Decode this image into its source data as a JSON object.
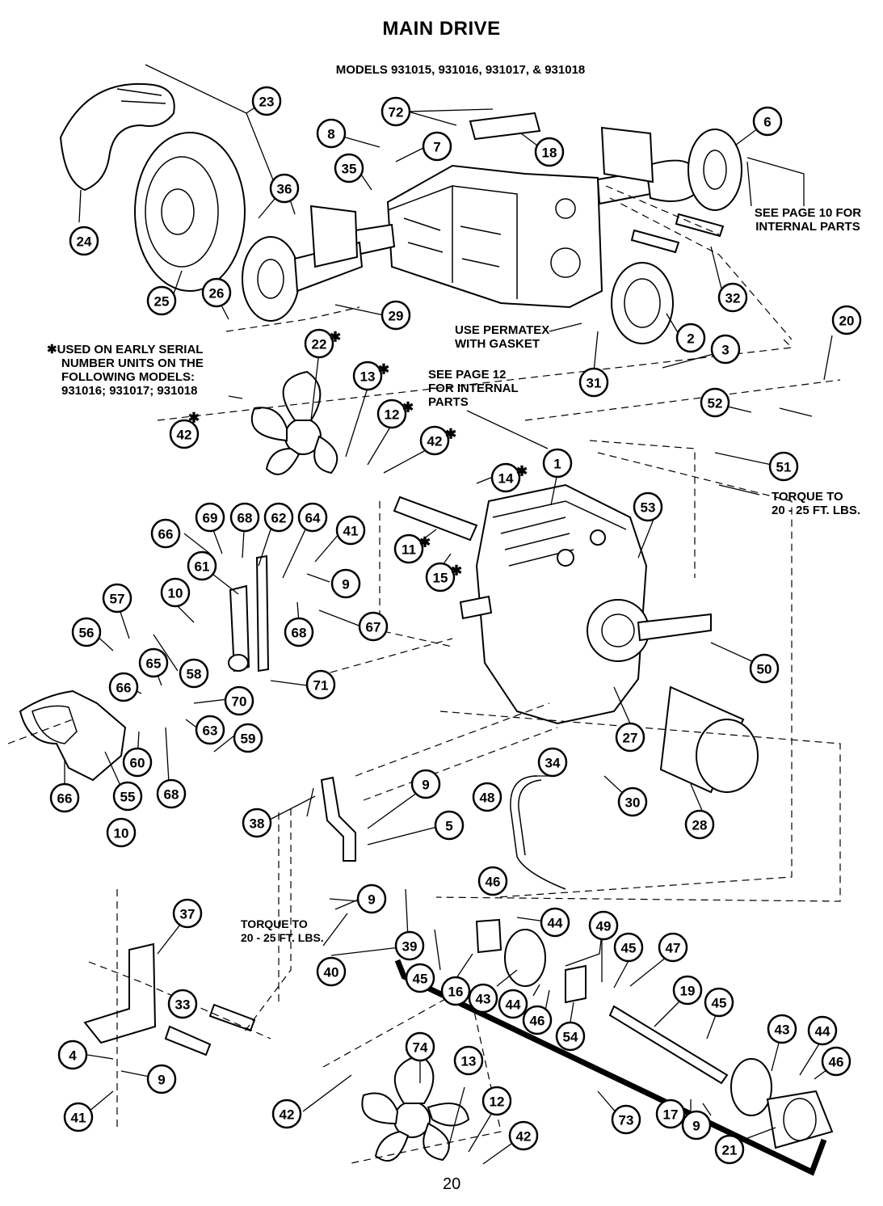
{
  "title": "MAIN DRIVE",
  "subtitle": "MODELS 931015, 931016, 931017, & 931018",
  "notes": {
    "internal_parts_10": [
      "SEE PAGE 10 FOR",
      "INTERNAL PARTS"
    ],
    "permatex": [
      "USE PERMATEX",
      "WITH GASKET"
    ],
    "internal_parts_12": [
      "SEE PAGE 12",
      "FOR INTERNAL",
      "PARTS"
    ],
    "early_serial": [
      "✱USED ON EARLY SERIAL",
      "NUMBER UNITS ON THE",
      "FOLLOWING MODELS:",
      "931016; 931017; 931018"
    ],
    "torque_right": [
      "TORQUE  TO",
      "20 - 25  FT.  LBS."
    ],
    "torque_left": [
      "TORQUE TO",
      "20 - 25 FT. LBS."
    ]
  },
  "page_number": "20",
  "star_symbol": "✱",
  "callouts": [
    {
      "id": "c23",
      "label": "23"
    },
    {
      "id": "c72",
      "label": "72"
    },
    {
      "id": "c6",
      "label": "6"
    },
    {
      "id": "c8",
      "label": "8"
    },
    {
      "id": "c7",
      "label": "7"
    },
    {
      "id": "c18",
      "label": "18"
    },
    {
      "id": "c35",
      "label": "35"
    },
    {
      "id": "c36",
      "label": "36"
    },
    {
      "id": "c24",
      "label": "24"
    },
    {
      "id": "c25",
      "label": "25"
    },
    {
      "id": "c26",
      "label": "26"
    },
    {
      "id": "c29",
      "label": "29"
    },
    {
      "id": "c32",
      "label": "32"
    },
    {
      "id": "c20a",
      "label": "20"
    },
    {
      "id": "c2",
      "label": "2"
    },
    {
      "id": "c3",
      "label": "3"
    },
    {
      "id": "c31",
      "label": "31"
    },
    {
      "id": "c22",
      "label": "22"
    },
    {
      "id": "c13a",
      "label": "13"
    },
    {
      "id": "c12a",
      "label": "12"
    },
    {
      "id": "c42a",
      "label": "42"
    },
    {
      "id": "c42b",
      "label": "42"
    },
    {
      "id": "c52",
      "label": "52"
    },
    {
      "id": "c51",
      "label": "51"
    },
    {
      "id": "c1",
      "label": "1"
    },
    {
      "id": "c14",
      "label": "14"
    },
    {
      "id": "c53",
      "label": "53"
    },
    {
      "id": "c11",
      "label": "11"
    },
    {
      "id": "c15",
      "label": "15"
    },
    {
      "id": "c69",
      "label": "69"
    },
    {
      "id": "c68a",
      "label": "68"
    },
    {
      "id": "c62",
      "label": "62"
    },
    {
      "id": "c64",
      "label": "64"
    },
    {
      "id": "c66a",
      "label": "66"
    },
    {
      "id": "c41a",
      "label": "41"
    },
    {
      "id": "c61",
      "label": "61"
    },
    {
      "id": "c9a",
      "label": "9"
    },
    {
      "id": "c57",
      "label": "57"
    },
    {
      "id": "c10a",
      "label": "10"
    },
    {
      "id": "c68b",
      "label": "68"
    },
    {
      "id": "c67",
      "label": "67"
    },
    {
      "id": "c56",
      "label": "56"
    },
    {
      "id": "c50",
      "label": "50"
    },
    {
      "id": "c65",
      "label": "65"
    },
    {
      "id": "c58",
      "label": "58"
    },
    {
      "id": "c66b",
      "label": "66"
    },
    {
      "id": "c71",
      "label": "71"
    },
    {
      "id": "c70",
      "label": "70"
    },
    {
      "id": "c63",
      "label": "63"
    },
    {
      "id": "c59",
      "label": "59"
    },
    {
      "id": "c27",
      "label": "27"
    },
    {
      "id": "c60",
      "label": "60"
    },
    {
      "id": "c66c",
      "label": "66"
    },
    {
      "id": "c55",
      "label": "55"
    },
    {
      "id": "c68c",
      "label": "68"
    },
    {
      "id": "c34",
      "label": "34"
    },
    {
      "id": "c30",
      "label": "30"
    },
    {
      "id": "c28",
      "label": "28"
    },
    {
      "id": "c9b",
      "label": "9"
    },
    {
      "id": "c48",
      "label": "48"
    },
    {
      "id": "c38",
      "label": "38"
    },
    {
      "id": "c5",
      "label": "5"
    },
    {
      "id": "c10b",
      "label": "10"
    },
    {
      "id": "c46a",
      "label": "46"
    },
    {
      "id": "c9c",
      "label": "9"
    },
    {
      "id": "c37",
      "label": "37"
    },
    {
      "id": "c44a",
      "label": "44"
    },
    {
      "id": "c49",
      "label": "49"
    },
    {
      "id": "c39",
      "label": "39"
    },
    {
      "id": "c45a",
      "label": "45"
    },
    {
      "id": "c47",
      "label": "47"
    },
    {
      "id": "c40",
      "label": "40"
    },
    {
      "id": "c45b",
      "label": "45"
    },
    {
      "id": "c16",
      "label": "16"
    },
    {
      "id": "c43a",
      "label": "43"
    },
    {
      "id": "c44b",
      "label": "44"
    },
    {
      "id": "c46b",
      "label": "46"
    },
    {
      "id": "c54",
      "label": "54"
    },
    {
      "id": "c19",
      "label": "19"
    },
    {
      "id": "c45c",
      "label": "45"
    },
    {
      "id": "c33",
      "label": "33"
    },
    {
      "id": "c74",
      "label": "74"
    },
    {
      "id": "c43b",
      "label": "43"
    },
    {
      "id": "c44c",
      "label": "44"
    },
    {
      "id": "c4",
      "label": "4"
    },
    {
      "id": "c9d",
      "label": "9"
    },
    {
      "id": "c13b",
      "label": "13"
    },
    {
      "id": "c46c",
      "label": "46"
    },
    {
      "id": "c12b",
      "label": "12"
    },
    {
      "id": "c41b",
      "label": "41"
    },
    {
      "id": "c42c",
      "label": "42"
    },
    {
      "id": "c73",
      "label": "73"
    },
    {
      "id": "c17",
      "label": "17"
    },
    {
      "id": "c9e",
      "label": "9"
    },
    {
      "id": "c42d",
      "label": "42"
    },
    {
      "id": "c21",
      "label": "21"
    }
  ]
}
